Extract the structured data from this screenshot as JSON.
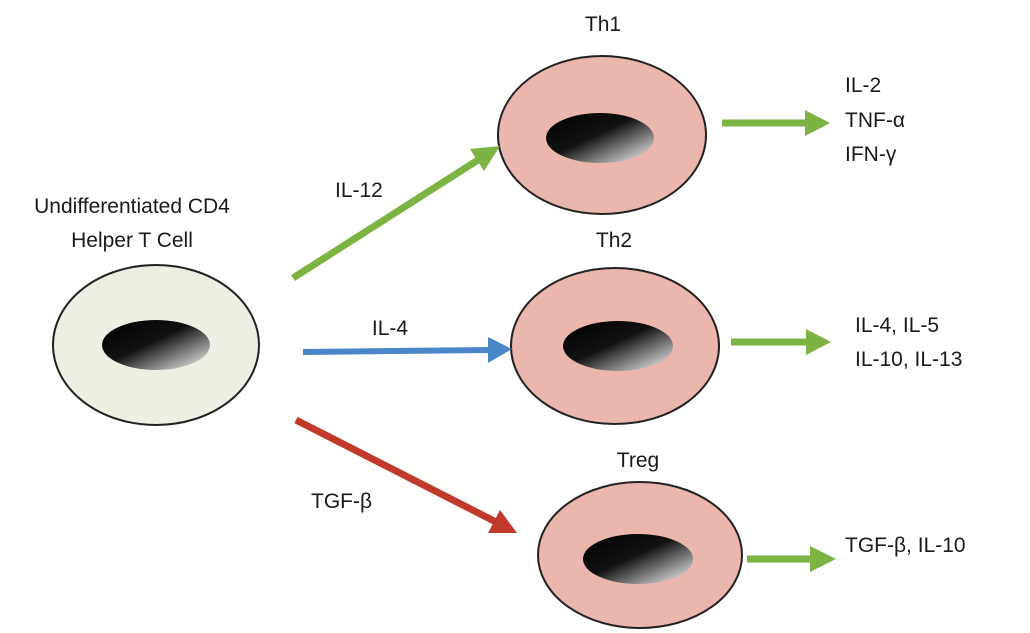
{
  "precursor": {
    "label_lines": [
      "Undifferentiated CD4",
      "Helper T Cell"
    ],
    "fill_color": "#efeee2"
  },
  "pathways": [
    {
      "subset": "Th1",
      "inducer": "IL-12",
      "inducer_arrow_color": "#7cb342",
      "cytokines": [
        "IL-2",
        "TNF-α",
        "IFN-γ"
      ]
    },
    {
      "subset": "Th2",
      "inducer": "IL-4",
      "inducer_arrow_color": "#4a86c8",
      "cytokines": [
        "IL-4, IL-5",
        "IL-10, IL-13"
      ]
    },
    {
      "subset": "Treg",
      "inducer": "TGF-β",
      "inducer_arrow_color": "#c0392b",
      "cytokines": [
        "TGF-β, IL-10"
      ]
    }
  ],
  "colors": {
    "differentiated_cell_fill": "#eab6ad",
    "output_arrow": "#7cb342",
    "nucleus": "#000000"
  }
}
